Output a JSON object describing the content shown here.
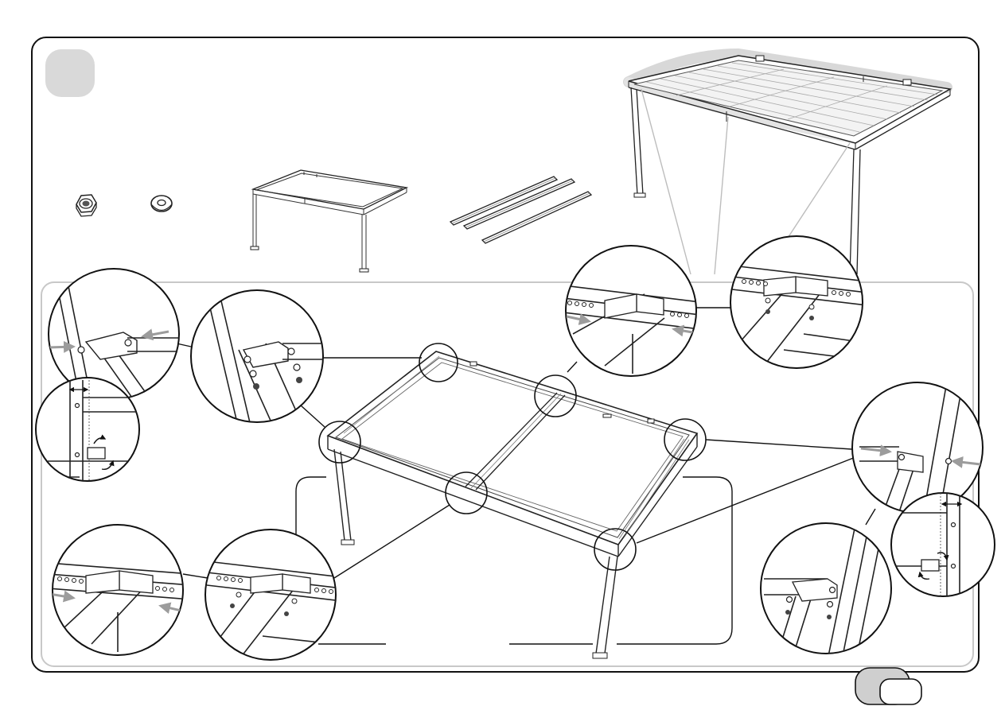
{
  "page": {
    "step_badge_color": "#d9d9d9",
    "frame_color": "#111111",
    "inner_panel_color": "#c8c8c8",
    "arrow_color": "#9c9c9c"
  },
  "parts": [
    "lock-nut-icon",
    "washer-icon",
    "frame-assembly",
    "rail-set",
    "roof-assembly"
  ],
  "details": {
    "count": 10,
    "kinds": [
      "corner-bracket-detail",
      "mid-rail-detail",
      "gap-measure-detail"
    ]
  },
  "page_tab": {
    "color_back": "#cfcfcf",
    "color_front": "#ffffff"
  }
}
